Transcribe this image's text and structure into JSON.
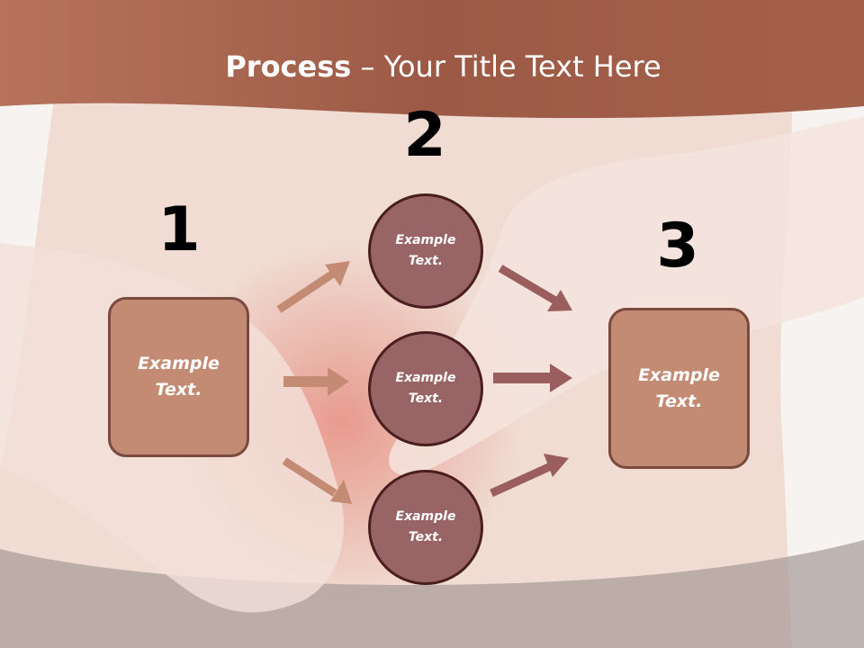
{
  "title": {
    "bold": "Process",
    "rest": " – Your Title Text Here"
  },
  "steps": {
    "one": "1",
    "two": "2",
    "three": "3"
  },
  "boxes": {
    "left": "Example\nText.",
    "right": "Example\nText."
  },
  "circles": {
    "top": "Example\nText.",
    "middle": "Example\nText.",
    "bottom": "Example\nText."
  },
  "colors": {
    "header_band": "#a9624a",
    "box_fill": "#c48b74",
    "box_border": "#7a4a40",
    "circle_fill": "#996466",
    "circle_border": "#4a1e1e",
    "arrow_light": "#c48b74",
    "arrow_dark": "#9a5e5e"
  }
}
